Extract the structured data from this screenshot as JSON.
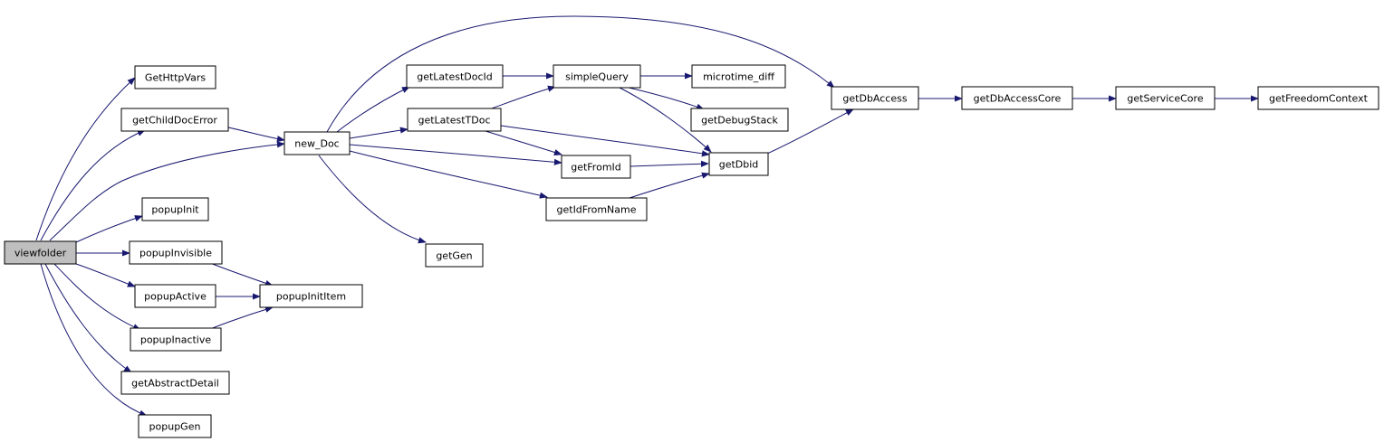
{
  "colors": {
    "edge": "#191970",
    "root_fill": "#bfbfbf",
    "node_fill": "#ffffff",
    "border": "#000000"
  },
  "nodes": {
    "viewfolder": "viewfolder",
    "gethttpvars": "GetHttpVars",
    "getchilddocerror": "getChildDocError",
    "new_doc": "new_Doc",
    "popupinit": "popupInit",
    "popupinvisible": "popupInvisible",
    "popupactive": "popupActive",
    "popupinititem": "popupInitItem",
    "popupinactive": "popupInactive",
    "getabstractdetail": "getAbstractDetail",
    "popupgen": "popupGen",
    "getlatestdocid": "getLatestDocId",
    "getlatesttdoc": "getLatestTDoc",
    "getgen": "getGen",
    "simplequery": "simpleQuery",
    "getfromid": "getFromId",
    "getidfromname": "getIdFromName",
    "microtime_diff": "microtime_diff",
    "getdebugstack": "getDebugStack",
    "getdbid": "getDbid",
    "getdbaccess": "getDbAccess",
    "getdbaccesscore": "getDbAccessCore",
    "getservicecore": "getServiceCore",
    "getfreedomcontext": "getFreedomContext"
  }
}
